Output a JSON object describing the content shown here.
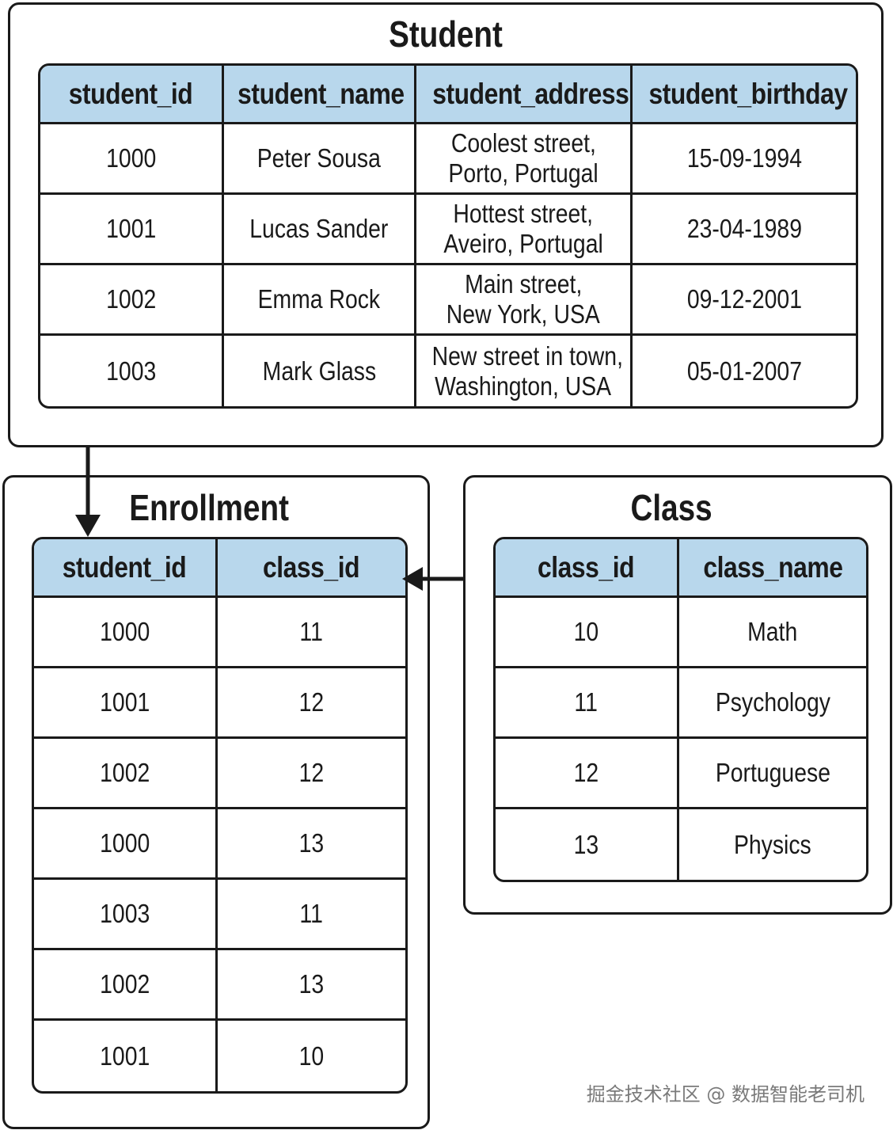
{
  "student": {
    "title": "Student",
    "columns": [
      "student_id",
      "student_name",
      "student_address",
      "student_birthday"
    ],
    "rows": [
      {
        "student_id": "1000",
        "student_name": "Peter Sousa",
        "address_line1": "Coolest street,",
        "address_line2": "Porto, Portugal",
        "student_birthday": "15-09-1994"
      },
      {
        "student_id": "1001",
        "student_name": "Lucas Sander",
        "address_line1": "Hottest street,",
        "address_line2": "Aveiro, Portugal",
        "student_birthday": "23-04-1989"
      },
      {
        "student_id": "1002",
        "student_name": "Emma Rock",
        "address_line1": "Main street,",
        "address_line2": "New York, USA",
        "student_birthday": "09-12-2001"
      },
      {
        "student_id": "1003",
        "student_name": "Mark Glass",
        "address_line1": "New street in town,",
        "address_line2": "Washington, USA",
        "student_birthday": "05-01-2007"
      }
    ]
  },
  "enrollment": {
    "title": "Enrollment",
    "columns": [
      "student_id",
      "class_id"
    ],
    "rows": [
      {
        "student_id": "1000",
        "class_id": "11"
      },
      {
        "student_id": "1001",
        "class_id": "12"
      },
      {
        "student_id": "1002",
        "class_id": "12"
      },
      {
        "student_id": "1000",
        "class_id": "13"
      },
      {
        "student_id": "1003",
        "class_id": "11"
      },
      {
        "student_id": "1002",
        "class_id": "13"
      },
      {
        "student_id": "1001",
        "class_id": "10"
      }
    ]
  },
  "class": {
    "title": "Class",
    "columns": [
      "class_id",
      "class_name"
    ],
    "rows": [
      {
        "class_id": "10",
        "class_name": "Math"
      },
      {
        "class_id": "11",
        "class_name": "Psychology"
      },
      {
        "class_id": "12",
        "class_name": "Portuguese"
      },
      {
        "class_id": "13",
        "class_name": "Physics"
      }
    ]
  },
  "colors": {
    "header_fill": "#b8d7ec",
    "stroke": "#1a1a1a"
  },
  "watermark": "掘金技术社区 @ 数据智能老司机"
}
